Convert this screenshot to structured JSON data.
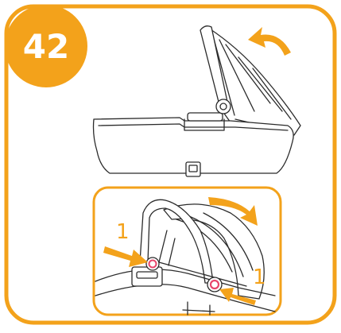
{
  "step": {
    "number": "42"
  },
  "callouts": {
    "left_label": "1",
    "right_label": "1"
  },
  "colors": {
    "accent": "#f3a21b",
    "line": "#2b2b2b",
    "highlight": "#e8466b",
    "background": "#ffffff"
  },
  "icons": {
    "rotate_arrow_top": "curved-arrow-icon",
    "rotate_arrow_detail": "curved-arrow-icon",
    "press_arrow_left": "arrow-right-icon",
    "press_arrow_right": "arrow-left-icon"
  }
}
